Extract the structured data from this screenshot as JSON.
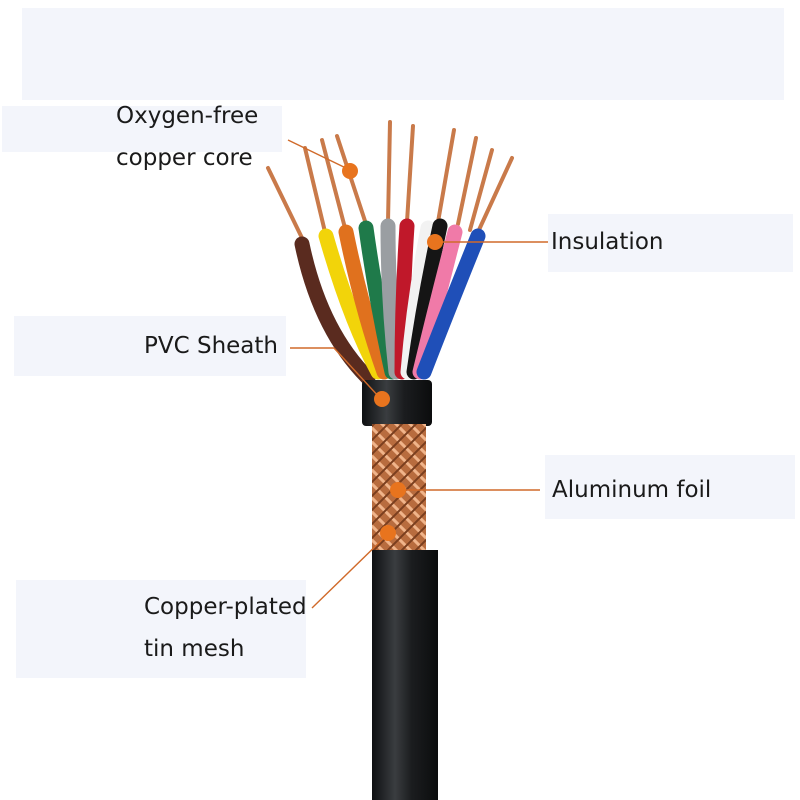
{
  "diagram": {
    "labels": {
      "copper_core_line1": "Oxygen-free",
      "copper_core_line2": "copper core",
      "insulation": "Insulation",
      "pvc_sheath": "PVC Sheath",
      "aluminum_foil": "Aluminum foil",
      "mesh_line1": "Copper-plated",
      "mesh_line2": "tin mesh"
    },
    "colors": {
      "marker": "#e8741e",
      "leader_line": "#d06a2a",
      "sheath": "#1b1d1f",
      "copper": "#c97a4a",
      "panel": "#f3f5fb"
    },
    "wire_colors": [
      "#5a2b1f",
      "#f2d40a",
      "#e0711e",
      "#1f7a4a",
      "#9a9ea2",
      "#c0182a",
      "#f2f2f2",
      "#151515",
      "#f07aa8",
      "#1f4fb8"
    ]
  }
}
